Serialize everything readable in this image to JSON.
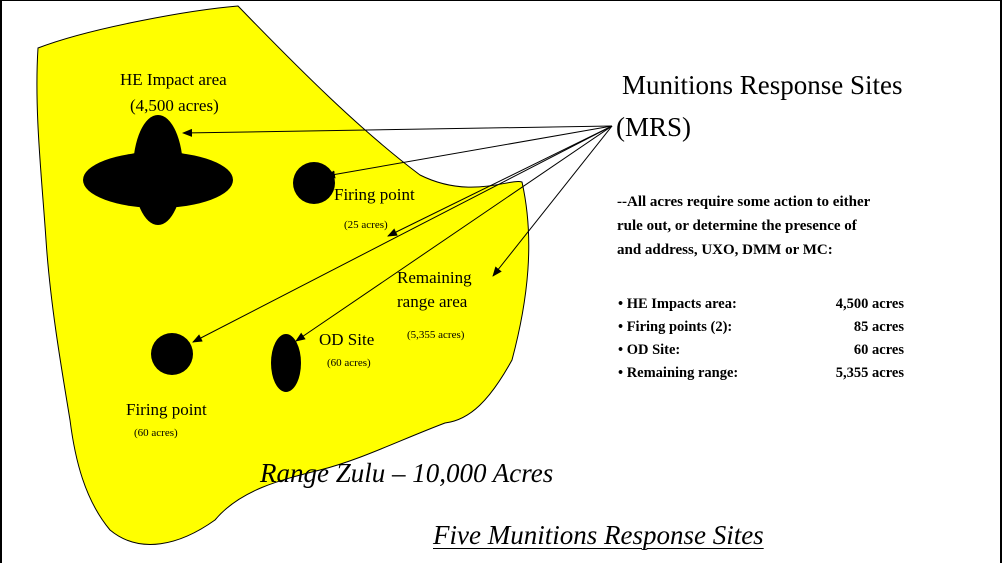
{
  "colors": {
    "range_fill": "#ffff00",
    "outline": "#000000"
  },
  "mrs_title_line1": "Munitions Response Sites",
  "mrs_title_line2": "(MRS)",
  "areas": {
    "he_impact": {
      "name": "HE Impact area",
      "acres": "(4,500 acres)"
    },
    "firing_point_top": {
      "name": "Firing point",
      "acres": "(25 acres)"
    },
    "remaining": {
      "name_line1": "Remaining",
      "name_line2": "range area",
      "acres": "(5,355 acres)"
    },
    "od_site": {
      "name": "OD Site",
      "acres": "(60 acres)"
    },
    "firing_point_bottom": {
      "name": "Firing point",
      "acres": "(60 acres)"
    }
  },
  "note_lines": [
    "--All acres require some action to either",
    "rule out, or determine the presence of",
    "and address, UXO, DMM or MC:"
  ],
  "summary": [
    {
      "label": "• HE Impacts area:",
      "value": "4,500 acres"
    },
    {
      "label": "• Firing points (2):",
      "value": "85 acres"
    },
    {
      "label": "• OD Site:",
      "value": "60 acres"
    },
    {
      "label": "• Remaining range:",
      "value": "5,355 acres"
    }
  ],
  "caption": "Range Zulu – 10,000 Acres",
  "caption2": "Five Munitions Response Sites"
}
